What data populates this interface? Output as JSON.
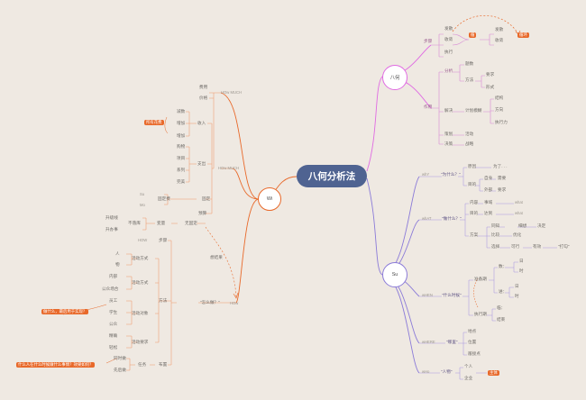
{
  "root": {
    "title": "八何分析法"
  },
  "branches": {
    "bahe": {
      "label": "八何",
      "items": {
        "buzou": "步骤",
        "fasan": "发散",
        "shoulian": "收敛",
        "zhixing": "执行",
        "tag_left": "循",
        "fasan2": "发散",
        "shoulian2": "收敛",
        "tag_right": "循环",
        "fenxi": "分析",
        "tiaoshu": "题数",
        "fangfa": "方法",
        "yaoqiu": "要求",
        "xingshi": "形式",
        "zuoyong": "作用",
        "jiejue": "解决",
        "jihua": "计划模糊",
        "jiegou": "结构",
        "fangxiang": "方向",
        "zhixingli": "执行力",
        "cehua": "策划",
        "huodong": "活动",
        "juece": "决策",
        "zhanlue": "战略"
      }
    },
    "su": {
      "label": "Su",
      "items": {
        "why_code": "whY",
        "why": "\"为什么？\"",
        "yuanyin": "原因",
        "wei": "为了. . .",
        "mudi": "目的",
        "ziji": "自身",
        "ziji_v": "需要",
        "waibu": "外部",
        "waibu_v": "要求",
        "what_code": "whAT",
        "what": "\"做什么？\"",
        "neirong": "内容",
        "shiyu": "事域",
        "shiyu_c": "what",
        "mubiao": "目的",
        "dacheng": "达到",
        "dacheng_c": "what",
        "fangan": "方案",
        "tongzhi": "同知",
        "zhixiang": "细想",
        "jueding": "决定",
        "bidui": "比较",
        "youhua": "优化",
        "xuanze": "选择",
        "keyi": "可行",
        "youxiao": "有效",
        "dahuan": "\"打勾\"",
        "when_code": "wHEN",
        "when": "\"什么时候\"",
        "zhunbei": "准备期",
        "shu": "数：",
        "ri": "日",
        "shi": "时",
        "jin": "进：",
        "ri2": "日",
        "shi2": "时",
        "zhixingqi": "执行期",
        "lin": "临：",
        "jieshu": "结束",
        "where_code": "wHERE",
        "where": "\"哪里\"",
        "didian": "地点",
        "weizhi": "位置",
        "chengkou": "敞接点",
        "who_code": "wHo",
        "who": "\"人物\"",
        "geren": "个人",
        "qiye": "企业",
        "zhuti": "主体"
      }
    },
    "wi": {
      "label": "Wi",
      "items": {
        "how_much_top": "HOw  MUCH",
        "chengben": "费用",
        "jiage": "价格",
        "tag_cost": "所有花费",
        "chengben2": "成本",
        "shou": "收入",
        "jianshou": "减数",
        "zengjia": "增加",
        "zengjia2": "增加",
        "zhichu": "支出",
        "jiankong": "购物",
        "xiangmu": "项目",
        "xilie": "系列",
        "wanmei": "完美",
        "how_much": "HOw  MUCH",
        "su_code": "Su",
        "mo_code": "Mo",
        "guding": "固定",
        "gudingfei": "固定费",
        "yujing": "预算",
        "bianfei": "变量",
        "weiyi": "升级线",
        "bianliangyu": "不落库",
        "qipao": "升办事",
        "wu_bian": "无固定",
        "how_code": "HOW",
        "fangfa": "方法",
        "bushu": "步骤",
        "huodong_fangshi": "活动方式",
        "huodong_duixiang": "活动对象",
        "huodong_yaoqiu": "活动要求",
        "ren": "人",
        "wu": "物",
        "neirong": "内部",
        "gongsi": "公众场合",
        "yuangong": "员工",
        "xuesheng": "学生",
        "gongzhong": "公众",
        "jingli": "精确",
        "qingsong": "轻松",
        "tag_mid": "做什么，最后用于实现？",
        "tag_bottom": "什么人在什么时候做什么事情？效果如何？",
        "tongshi": "同时做",
        "xianhou": "先后做",
        "renwu": "任务",
        "fenpei": "布置",
        "how_do": "\"怎么做？\"",
        "how_do_code": "HOw",
        "yunshi": "运筹性",
        "dashed": "想结果"
      }
    }
  }
}
